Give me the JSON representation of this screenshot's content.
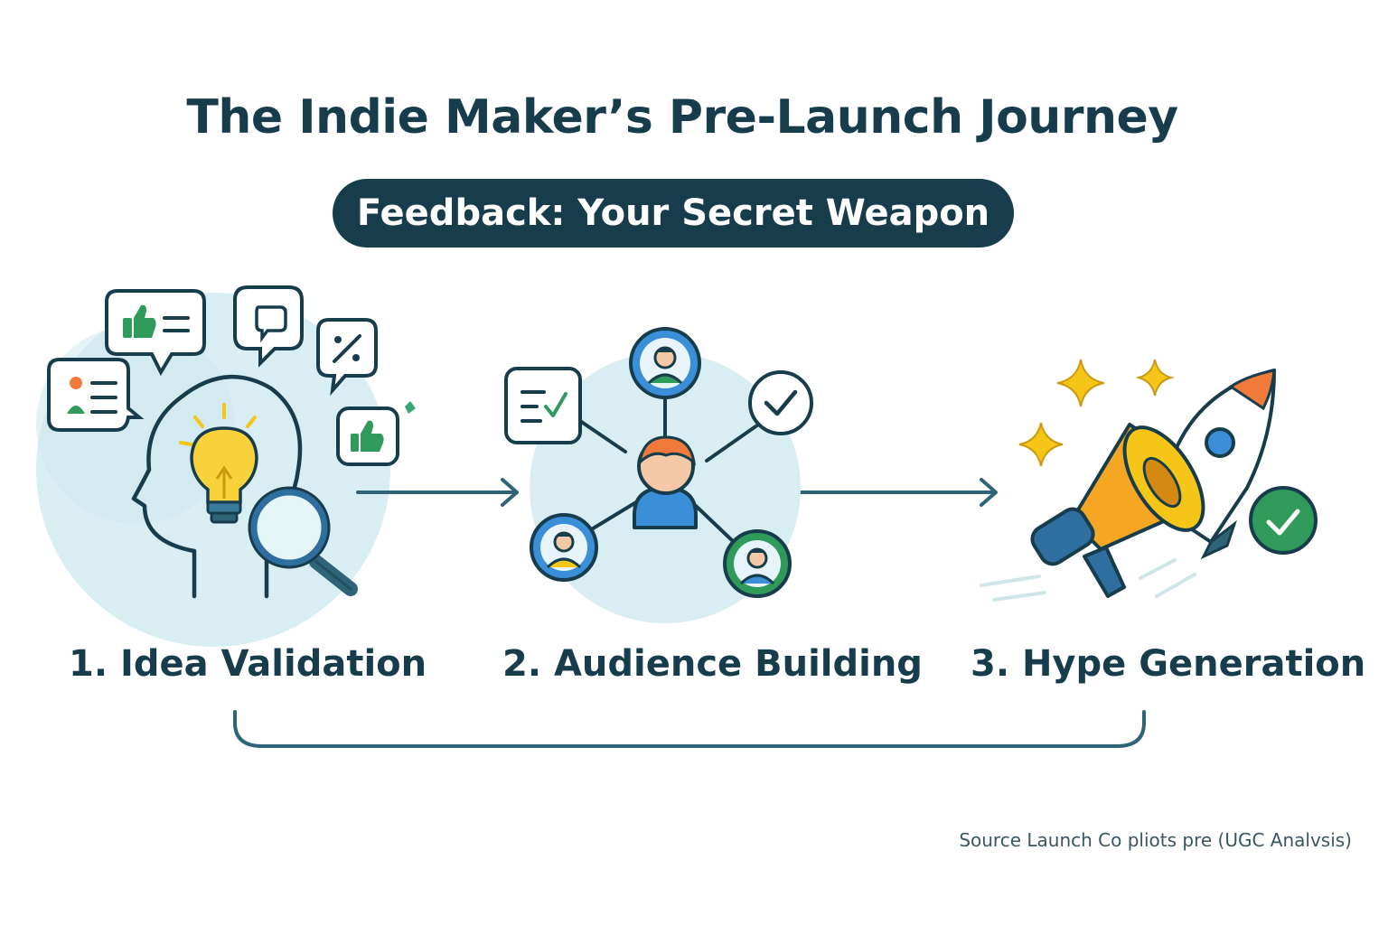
{
  "title": "The Indie Maker’s Pre-Launch Journey",
  "subtitle": "Feedback: Your Secret Weapon",
  "steps": [
    {
      "label": "1. Idea Validation",
      "icon": "head-lightbulb-magnifier-icon"
    },
    {
      "label": "2. Audience Building",
      "icon": "people-network-icon"
    },
    {
      "label": "3. Hype Generation",
      "icon": "megaphone-rocket-icon"
    }
  ],
  "source": "Source  Launch Co pliots pre (UGC Analvsis)",
  "colors": {
    "dark_navy": "#173d4c",
    "teal_line": "#2f6478",
    "pale_blue": "#d4ecf0",
    "blue": "#3a8fd8",
    "green": "#2f9a5a",
    "orange": "#f07a3a",
    "yellow": "#f5c518"
  }
}
